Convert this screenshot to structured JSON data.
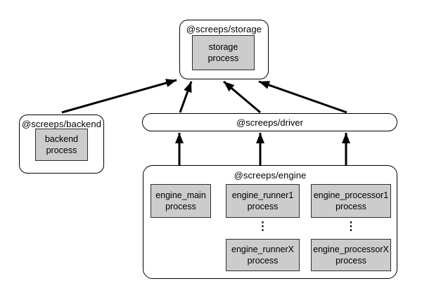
{
  "colors": {
    "background": "#ffffff",
    "border": "#000000",
    "process_fill": "#cccccc",
    "arrow": "#000000"
  },
  "packages": {
    "storage": {
      "label": "@screeps/storage",
      "process": {
        "line1": "storage",
        "line2": "process"
      }
    },
    "backend": {
      "label": "@screeps/backend",
      "process": {
        "line1": "backend",
        "line2": "process"
      }
    },
    "driver": {
      "label": "@screeps/driver"
    },
    "engine": {
      "label": "@screeps/engine",
      "ellipsis": "⋮",
      "main": {
        "line1": "engine_main",
        "line2": "process"
      },
      "runner1": {
        "line1": "engine_runner1",
        "line2": "process"
      },
      "runnerX": {
        "line1": "engine_runnerX",
        "line2": "process"
      },
      "processor1": {
        "line1": "engine_processor1",
        "line2": "process"
      },
      "processorX": {
        "line1": "engine_processorX",
        "line2": "process"
      }
    }
  },
  "edges": [
    {
      "from": "@screeps/backend",
      "to": "@screeps/storage"
    },
    {
      "from": "@screeps/driver",
      "to": "@screeps/storage"
    },
    {
      "from": "@screeps/driver",
      "to": "@screeps/storage"
    },
    {
      "from": "@screeps/driver",
      "to": "@screeps/storage"
    },
    {
      "from": "@screeps/engine",
      "to": "@screeps/driver"
    },
    {
      "from": "@screeps/engine",
      "to": "@screeps/driver"
    },
    {
      "from": "@screeps/engine",
      "to": "@screeps/driver"
    }
  ]
}
